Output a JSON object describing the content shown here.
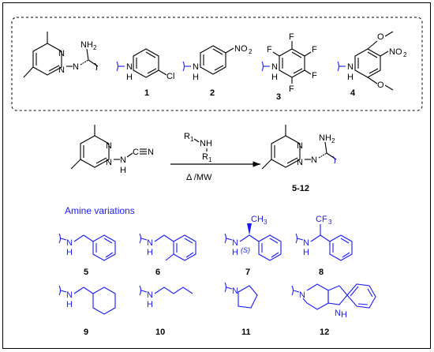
{
  "top_panel": {
    "labels": {
      "nh2": "NH",
      "nh2_sub": "2",
      "ring_n": "N",
      "imine_n": "N"
    },
    "substituents": [
      {
        "id": "1",
        "nh": "N",
        "h": "H",
        "group": "Cl"
      },
      {
        "id": "2",
        "nh": "N",
        "h": "H",
        "group": "NO",
        "group_sub": "2"
      },
      {
        "id": "3",
        "nh": "N",
        "h": "H",
        "group": "F"
      },
      {
        "id": "4",
        "nh": "N",
        "h": "H",
        "group": "NO",
        "group_sub": "2",
        "methoxy": "O"
      }
    ]
  },
  "reaction": {
    "reactant": {
      "ring_n": "N",
      "nh_n": "N",
      "nh_h": "H",
      "c": "C",
      "n": "N"
    },
    "reagent": {
      "r": "R",
      "r_sub": "1",
      "nh": "NH"
    },
    "conditions": "Δ /MW",
    "product": {
      "nh2": "NH",
      "nh2_sub": "2",
      "ring_n": "N",
      "imine_n": "N"
    },
    "product_label": "5-12"
  },
  "amine_panel": {
    "title": "Amine variations",
    "items": [
      {
        "id": "5",
        "n": "N",
        "h": "H"
      },
      {
        "id": "6",
        "n": "N",
        "h": "H"
      },
      {
        "id": "7",
        "n": "N",
        "h": "H",
        "ch3": "CH",
        "ch3_sub": "3",
        "stereo": "(S)"
      },
      {
        "id": "8",
        "n": "N",
        "h": "H",
        "cf3": "CF",
        "cf3_sub": "3"
      },
      {
        "id": "9",
        "n": "N",
        "h": "H"
      },
      {
        "id": "10",
        "n": "N",
        "h": "H"
      },
      {
        "id": "11",
        "n": "N"
      },
      {
        "id": "12",
        "n": "N",
        "indole_n": "N",
        "indole_h": "H"
      }
    ]
  },
  "colors": {
    "black": "#000000",
    "blue": "#1a1aff",
    "dash": "#000000"
  }
}
